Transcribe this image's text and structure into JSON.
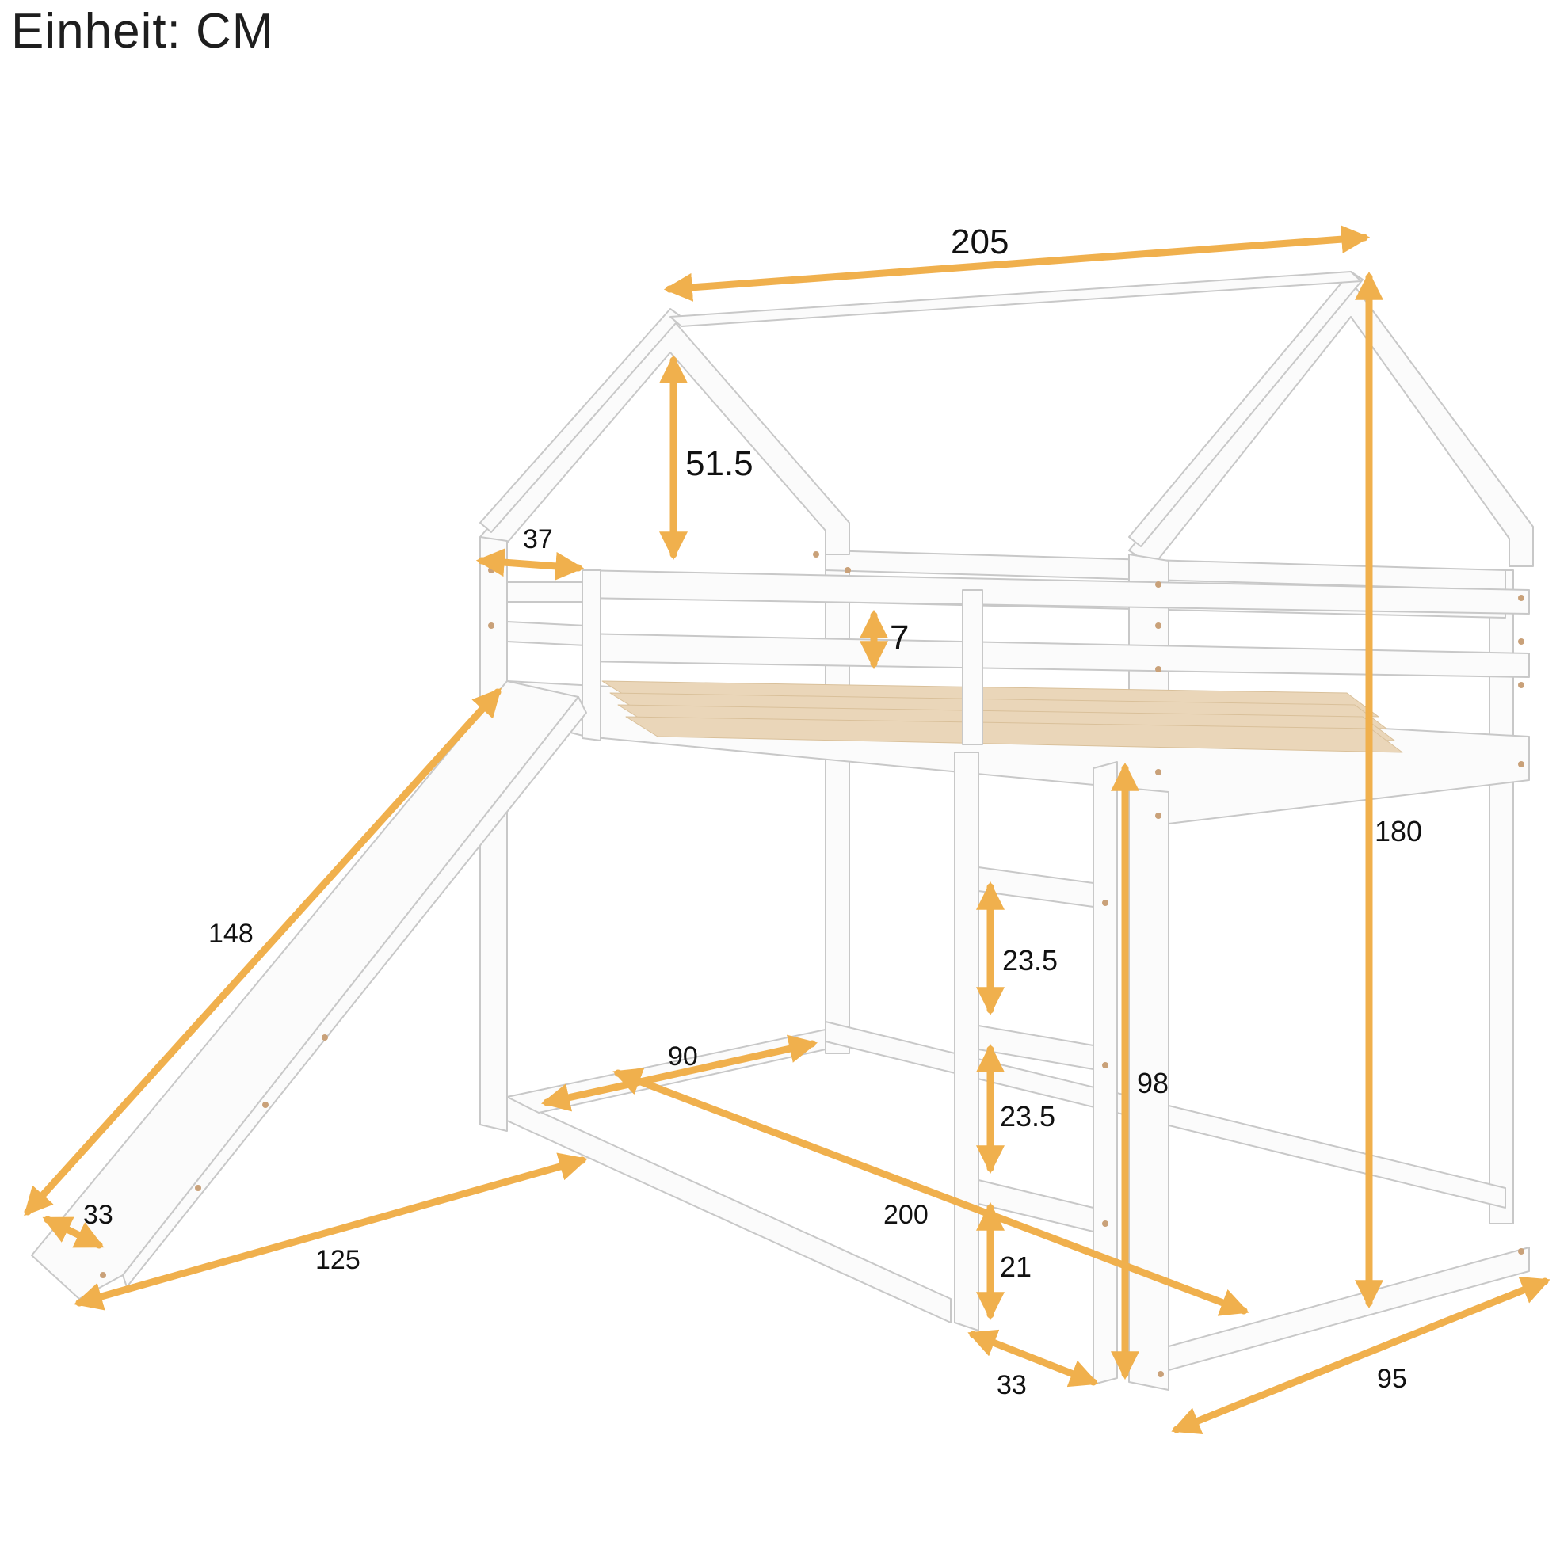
{
  "header": {
    "unit_label": "Einheit: CM"
  },
  "colors": {
    "arrow": "#f0b04d",
    "frame_fill": "#fbfbfb",
    "frame_stroke": "#c8c8c8",
    "slat": "#ead6b9",
    "dowel": "#c9a179"
  },
  "dimensions": {
    "top_length": "205",
    "roof_height": "51.5",
    "post_spacing": "37",
    "rail_height": "7",
    "total_height": "180",
    "slide_length": "148",
    "step_gap_upper": "23.5",
    "step_gap_lower": "23.5",
    "bottom_step": "21",
    "ladder_height": "98",
    "inner_width": "90",
    "bed_length": "200",
    "slide_width": "33",
    "slide_extent": "125",
    "ladder_width": "33",
    "bed_width": "95"
  }
}
